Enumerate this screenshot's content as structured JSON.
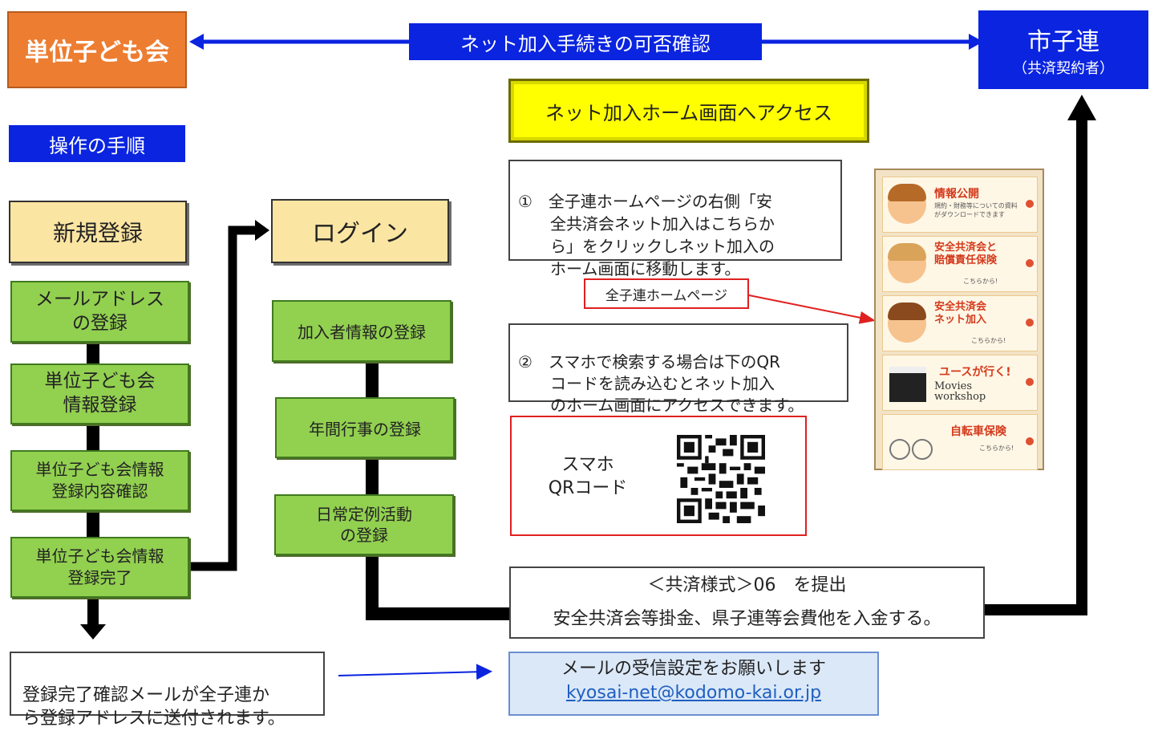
{
  "header": {
    "unit_club": "単位子ども会",
    "check_banner": "ネット加入手続きの可否確認",
    "city_assoc": "市子連",
    "city_assoc_sub": "（共済契約者）"
  },
  "procedure_label": "操作の手順",
  "left_column": {
    "title": "新規登録",
    "steps": [
      "メールアドレス\nの登録",
      "単位子ども会\n情報登録",
      "単位子ども会情報\n登録内容確認",
      "単位子ども会情報\n登録完了"
    ]
  },
  "middle_column": {
    "title": "ログイン",
    "steps": [
      "加入者情報の登録",
      "年間行事の登録",
      "日常定例活動\nの登録"
    ]
  },
  "access": {
    "title": "ネット加入ホーム画面へアクセス",
    "note1": "①　全子連ホームページの右側「安\n　　全共済会ネット加入はこちらか\n　　ら」をクリックしネット加入の\n　　ホーム画面に移動します。",
    "homepage_label": "全子連ホームページ",
    "note2": "②　スマホで検索する場合は下のQR\n　　コードを読み込むとネット加入\n　　のホーム画面にアクセスできます。",
    "qr_label": "スマホ\nQRコード"
  },
  "sidebar_banners": [
    {
      "title": "情報公開",
      "sub": "規約・財務等についての資料がダウンロードできます"
    },
    {
      "title": "安全共済会と\n賠償責任保険",
      "sub": "こちらから!"
    },
    {
      "title": "安全共済会\nネット加入",
      "sub": "こちらから!"
    },
    {
      "title": "ユースが行く!",
      "sub": "Movies\nworkshop"
    },
    {
      "title": "自転車保険",
      "sub": "こちらから!"
    }
  ],
  "submit": {
    "line1": "＜共済様式＞06　を提出",
    "line2": "安全共済会等掛金、県子連等会費他を入金する。"
  },
  "confirm_mail": "登録完了確認メールが全子連か\nら登録アドレスに送付されます。",
  "mail_setting": {
    "line1": "メールの受信設定をお願いします",
    "email": "kyosai-net@kodomo-kai.or.jp"
  },
  "colors": {
    "orange": "#ed7d31",
    "blue": "#0a24e0",
    "green": "#92d050",
    "beige": "#fbe5a2",
    "yellow": "#ffff00",
    "red": "#e02020",
    "light_blue": "#dbe8f8"
  }
}
